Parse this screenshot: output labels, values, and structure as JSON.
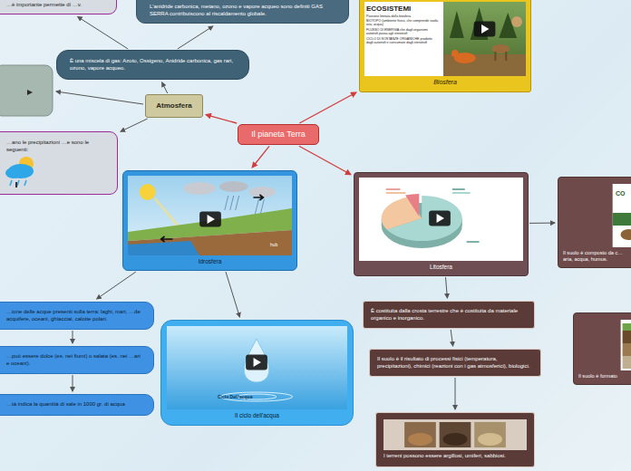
{
  "diagram": {
    "nodes": [
      {
        "text": [
          "Il pianeta Terra"
        ]
      },
      {
        "text": [
          "Atmosfera"
        ]
      },
      {
        "text": [
          "…è importante permette di …v."
        ]
      },
      {
        "text": [
          "L'anidride carbonica, metano, ozono e vapore acqueo sono definiti GAS SERRA contribuiscono al riscaldamento globale."
        ]
      },
      {
        "text": [
          "È una miscela di gas: Azoto, Ossigeno, Anidride carbonica, gas rari, ozono, vapore acqueo."
        ]
      },
      {
        "text": [
          "…ano le precipitazioni …e sono le seguenti:"
        ]
      },
      {
        "text": [
          "Biosfera"
        ]
      },
      {
        "text": [
          "Idrosfera"
        ]
      },
      {
        "text": [
          "Litosfera"
        ]
      },
      {
        "text": [
          "Il suolo è composto da c… aria, acqua, humus."
        ]
      },
      {
        "text": [
          "Il suolo è formato"
        ]
      },
      {
        "text": [
          "È costituita dalla crosta terrestre che è costituita da materiale organico e inorganico."
        ]
      },
      {
        "text": [
          "Il suolo è il risultato di processi fisici (temperatura, precipitazioni), chimici (reazioni con i gas atmosferici), biologici."
        ]
      },
      {
        "text": [
          "I terreni possono essere argillosi, umiferi, sabbiosi."
        ]
      },
      {
        "text": [
          "…ione delle acque presenti sulla terra: laghi, mari, …de acquifere, oceani, ghiacciai, calotte polari."
        ]
      },
      {
        "text": [
          "…può essere dolce (es. nei fiumi) o salata (es. nei …ari e oceani)."
        ]
      },
      {
        "text": [
          "…tà indica la quantità di sale in 1000 gr. di acqua"
        ]
      },
      {
        "text": [
          "Il ciclo dell'acqua"
        ]
      }
    ],
    "edges": [
      {
        "from": 0,
        "to": 1,
        "arrow": "to"
      },
      {
        "from": 0,
        "to": 6,
        "arrow": "to"
      },
      {
        "from": 0,
        "to": 7,
        "arrow": "to"
      },
      {
        "from": 0,
        "to": 8,
        "arrow": "to"
      },
      {
        "from": 1,
        "to": 4,
        "arrow": "to"
      },
      {
        "from": 1,
        "to": 5,
        "arrow": "to"
      },
      {
        "from": 4,
        "to": 2,
        "arrow": "to"
      },
      {
        "from": 4,
        "to": 3,
        "arrow": "to"
      },
      {
        "from": 7,
        "to": 14,
        "arrow": "to"
      },
      {
        "from": 7,
        "to": 17,
        "arrow": "to"
      },
      {
        "from": 14,
        "to": 15,
        "arrow": "to"
      },
      {
        "from": 15,
        "to": 16,
        "arrow": "to"
      },
      {
        "from": 8,
        "to": 11,
        "arrow": "to"
      },
      {
        "from": 11,
        "to": 12,
        "arrow": "to"
      },
      {
        "from": 12,
        "to": 13,
        "arrow": "to"
      },
      {
        "from": 8,
        "to": 9,
        "arrow": "to"
      }
    ],
    "labels": [
      "ECOSISTEMI",
      "Porzione limitata della biosfera",
      "BIOTOPO (ambiente fisico, che comprende suolo, aria, acqua)",
      "FLUSSO DI ENERGIA che dagli organismi autotrofi passa agli eterotrofi",
      "CICLO DI SOSTANZE ORGANICHE prodotte dagli autotrofi e consumate dagli eterotrofi",
      "hub",
      "Ciclo Dell'acqua",
      "CO"
    ]
  }
}
